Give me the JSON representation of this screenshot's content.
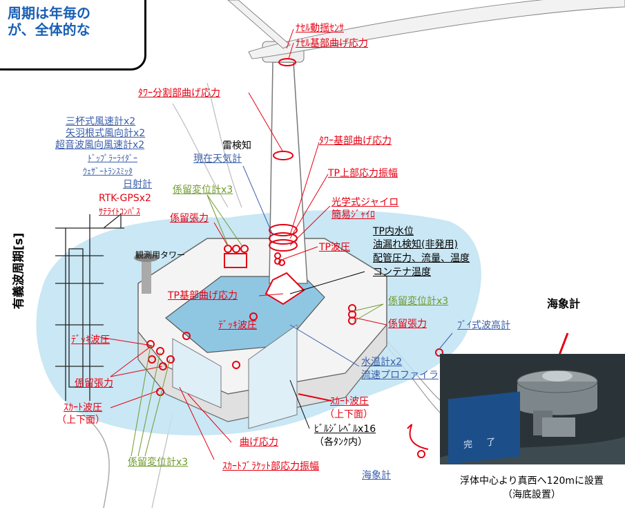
{
  "callout": {
    "text_line1": "周期は年毎の",
    "text_line2": "が、全体的な"
  },
  "y_axis_label": "有義波周期[s]",
  "observation_tower_label": "観測用タワー",
  "labels": {
    "nacelle_sway_sensor": "ﾅｾﾙ動揺ｾﾝｻ",
    "nacelle_base_bending": "ﾅｾﾙ基部曲げ応力",
    "tower_split_bending": "ﾀﾜｰ分割部曲げ応力",
    "cup_anemometer": "三杯式風速計x2",
    "vane_wind_direction": "矢羽根式風向計x2",
    "ultrasonic_anemometer": "超音波風向風速計x2",
    "doppler_lidar": "ﾄﾞｯﾌﾟﾗｰﾗｲﾀﾞｰ",
    "weather_transmitter": "ｳｪｻﾞｰﾄﾗﾝｽﾐｯﾀ",
    "pyranometer": "日射計",
    "rtk_gps": "RTK-GPSx2",
    "satellite_compass": "ｻﾃﾗｲﾄｺﾝﾊﾟｽ",
    "lightning_detection": "雷検知",
    "present_weather": "現在天気計",
    "tower_base_bending": "ﾀﾜｰ基部曲げ応力",
    "tp_upper_stress": "TP上部応力振幅",
    "optical_gyro": "光学式ジャイロ",
    "simple_gyro": "簡易ｼﾞｬｲﾛ",
    "mooring_displacement_top": "係留変位計x3",
    "mooring_tension_top": "係留張力",
    "tp_wave_pressure": "TP波圧",
    "tp_water_level": "TP内水位",
    "oil_leak": "油漏れ検知(非発用)",
    "pipe_pressure": "配管圧力、流量、温度",
    "container_temp": "コンテナ温度",
    "tp_base_bending": "TP基部曲げ応力",
    "mooring_displacement_right": "係留変位計x3",
    "mooring_tension_right": "係留張力",
    "buoy_wave_gauge": "ﾌﾞｲ式波高計",
    "deck_wave_center": "ﾃﾞｯｷ波圧",
    "deck_wave_left": "ﾃﾞｯｷ波圧",
    "water_thermometer": "水温計x2",
    "current_profiler": "流速プロファイラ",
    "mooring_tension_left": "係留張力",
    "skirt_wave_left": "ｽｶｰﾄ波圧",
    "skirt_wave_left_sub": "（上下面）",
    "skirt_wave_right": "ｽｶｰﾄ波圧",
    "skirt_wave_right_sub": "（上下面）",
    "bilge_level": "ﾋﾞﾙｼﾞﾚﾍﾞﾙx16",
    "bilge_level_sub": "（各ﾀﾝｸ内）",
    "bending_stress": "曲げ応力",
    "mooring_displacement_bottom": "係留変位計x3",
    "skirt_bracket": "ｽｶｰﾄﾌﾞﾗｹｯﾄ部応力振幅",
    "wave_meter_bottom": "海象計"
  },
  "wave_meter_title": "海象計",
  "photo_screen_text": "完 了",
  "caption_line1": "浮体中心より真西へ120mに設置",
  "caption_line2": "（海底設置）",
  "colors": {
    "red": "#e60012",
    "blue": "#3a5ea9",
    "green": "#6f9a2c",
    "sea": "#bfe3f2"
  }
}
